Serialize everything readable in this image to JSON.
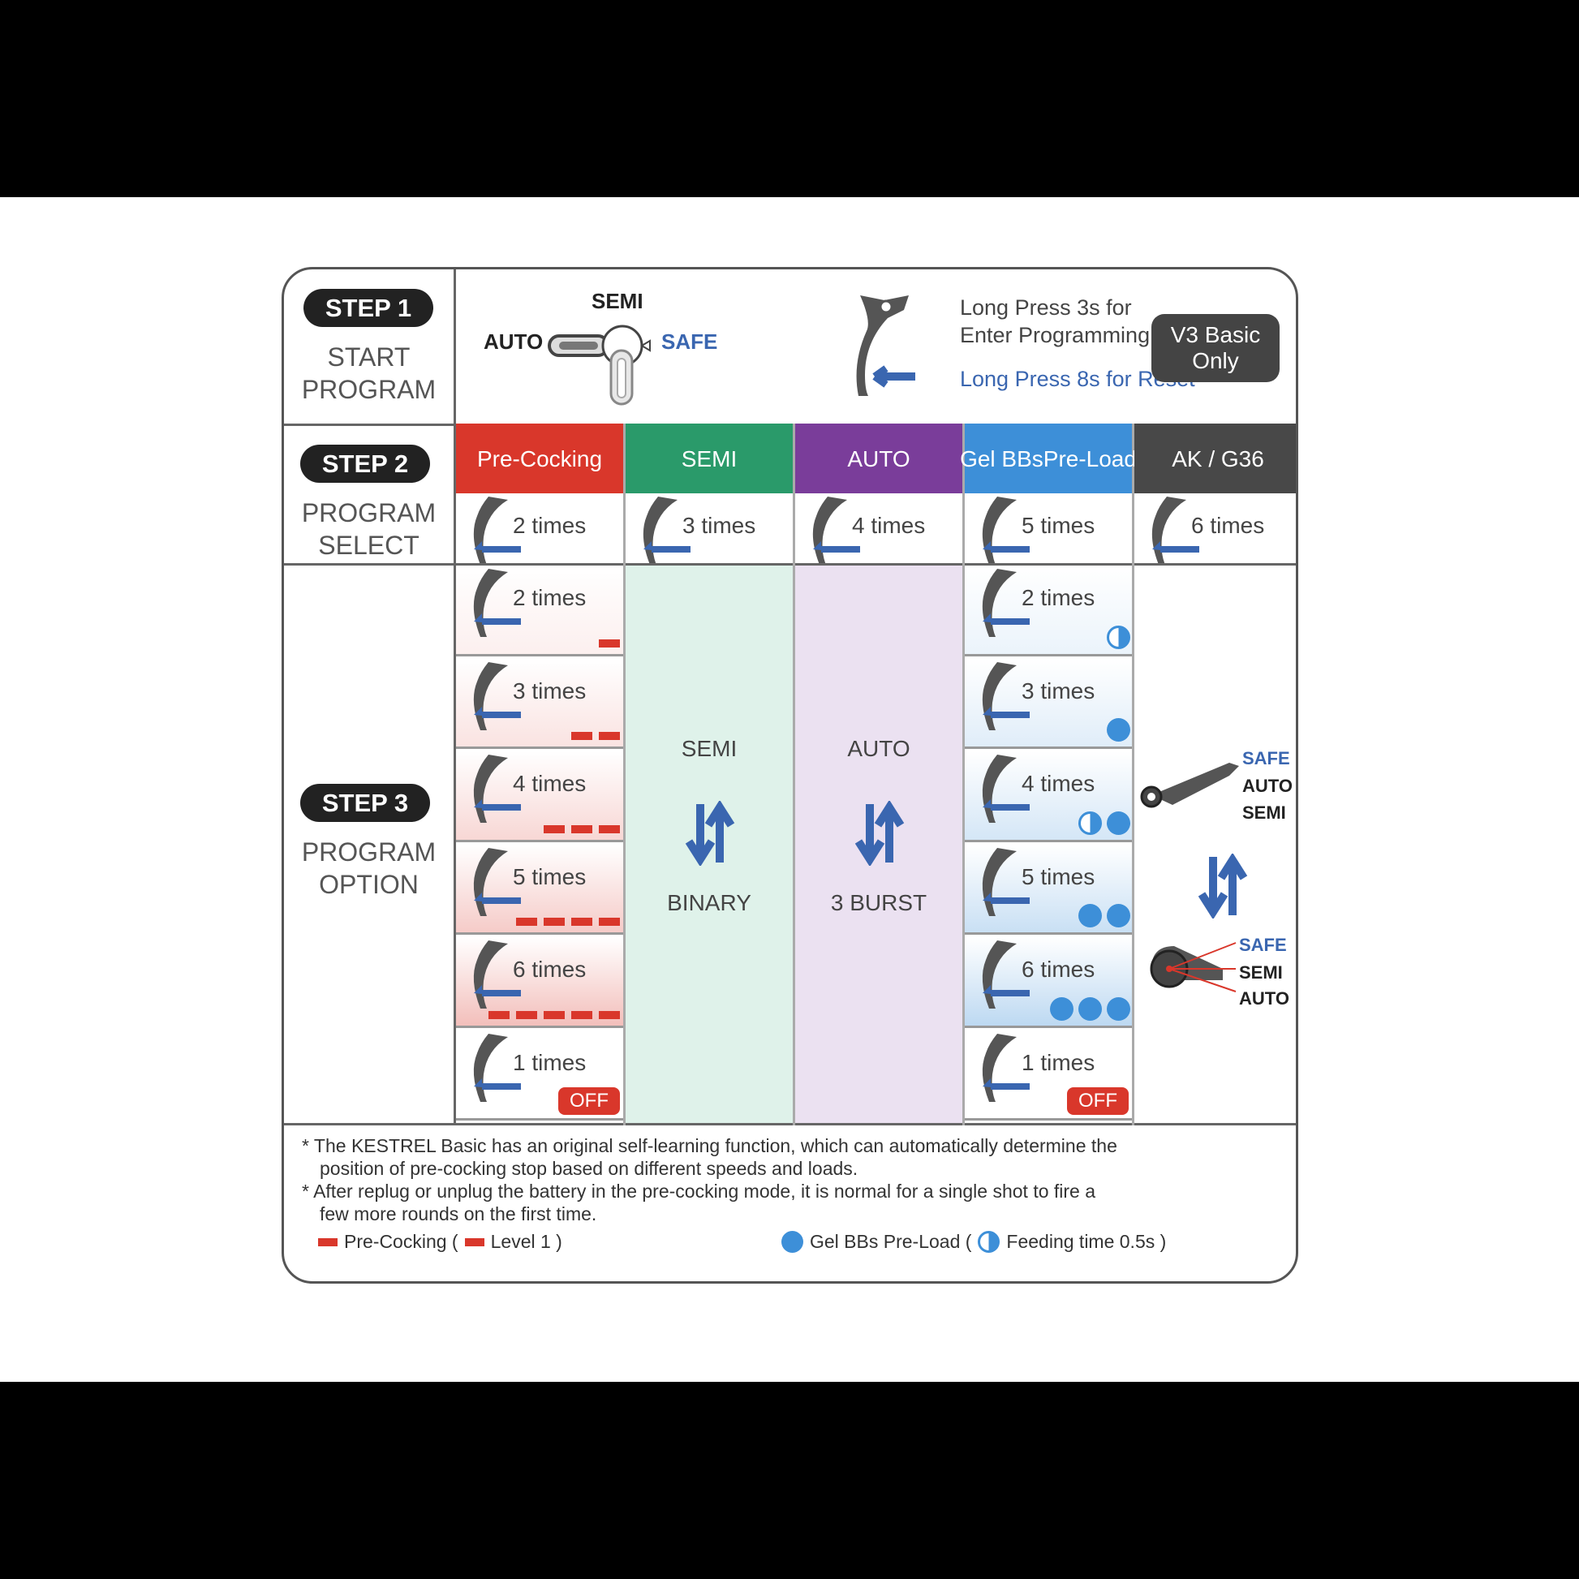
{
  "step1": {
    "pill": "STEP 1",
    "sub": [
      "START",
      "PROGRAM"
    ],
    "selector": {
      "semi": "SEMI",
      "auto": "AUTO",
      "safe": "SAFE"
    },
    "instructions": [
      "Long Press 3s for",
      "Enter Programming"
    ],
    "reset": "Long Press 8s for Reset"
  },
  "step2": {
    "pill": "STEP 2",
    "sub": [
      "PROGRAM",
      "SELECT"
    ]
  },
  "step3": {
    "pill": "STEP 3",
    "sub": [
      "PROGRAM",
      "OPTION"
    ]
  },
  "colors": {
    "pre_cocking": "#d9372b",
    "semi": "#2a9a6a",
    "auto": "#7a3d9a",
    "gel": "#3d8fd8",
    "ak": "#484848",
    "arrow": "#3a66b0"
  },
  "columns": [
    {
      "header": [
        "Pre-Cocking"
      ],
      "select": "2 times"
    },
    {
      "header": [
        "SEMI"
      ],
      "select": "3 times"
    },
    {
      "header": [
        "AUTO"
      ],
      "select": "4 times"
    },
    {
      "header": [
        "Gel BBs",
        "Pre-Load"
      ],
      "select": "5 times"
    },
    {
      "header": [
        "AK / G36"
      ],
      "select": "6 times"
    }
  ],
  "precocking_options": [
    {
      "times": "2 times",
      "level": 1
    },
    {
      "times": "3 times",
      "level": 2
    },
    {
      "times": "4 times",
      "level": 3
    },
    {
      "times": "5 times",
      "level": 4
    },
    {
      "times": "6 times",
      "level": 5
    },
    {
      "times": "1 times",
      "off": "OFF"
    }
  ],
  "gel_options": [
    {
      "times": "2 times",
      "indicator": "half"
    },
    {
      "times": "3 times",
      "indicator": "one"
    },
    {
      "times": "4 times",
      "indicator": "half-one"
    },
    {
      "times": "5 times",
      "indicator": "two"
    },
    {
      "times": "6 times",
      "indicator": "three"
    },
    {
      "times": "1 times",
      "off": "OFF"
    }
  ],
  "semi_mode": {
    "top": "SEMI",
    "bottom": "BINARY"
  },
  "auto_mode": {
    "top": "AUTO",
    "bottom": "3 BURST"
  },
  "ak": {
    "badge": [
      "V3 Basic",
      "Only"
    ],
    "lever1": {
      "safe": "SAFE",
      "auto": "AUTO",
      "semi": "SEMI"
    },
    "lever2": {
      "safe": "SAFE",
      "semi": "SEMI",
      "auto": "AUTO"
    }
  },
  "notes": [
    [
      "* The KESTREL Basic has an original self-learning function, which can automatically determine the",
      "position of pre-cocking stop based on different speeds and loads."
    ],
    [
      "* After replug or unplug the battery in the pre-cocking mode, it is normal for a single shot to fire a",
      "few more rounds on the first time."
    ]
  ],
  "legend": {
    "pre": "Pre-Cocking (",
    "level": "Level 1 )",
    "gel": "Gel BBs Pre-Load  (",
    "feed": "Feeding time 0.5s )"
  }
}
